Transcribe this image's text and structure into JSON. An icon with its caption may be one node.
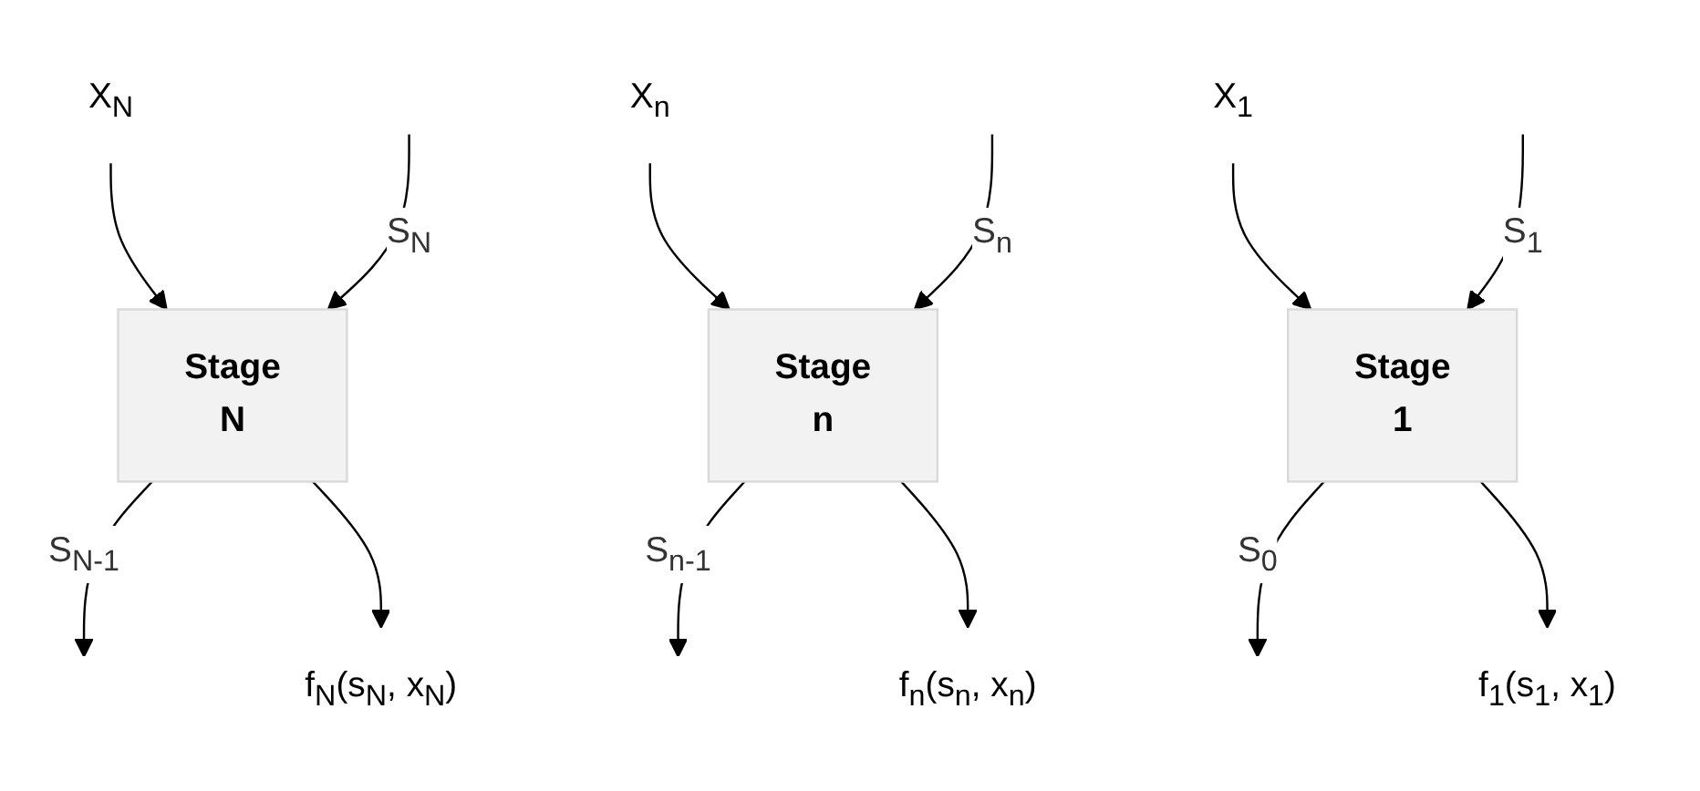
{
  "diagram": {
    "nodes": [
      {
        "text": [
          "X$_{N}$"
        ]
      },
      {
        "text": [
          "Stage",
          "N"
        ]
      },
      {
        "text": [
          "f$_{N}$(s$_{N}$, x$_{N}$)"
        ]
      },
      {
        "text": [
          "X$_{n}$"
        ]
      },
      {
        "text": [
          "Stage",
          "n"
        ]
      },
      {
        "text": [
          "f$_{n}$(s$_{n}$, x$_{n}$)"
        ]
      },
      {
        "text": [
          "X$_{1}$"
        ]
      },
      {
        "text": [
          "Stage",
          "1"
        ]
      },
      {
        "text": [
          "f$_{1}$(s$_{1}$, x$_{1}$)"
        ]
      }
    ],
    "edges": [
      {
        "from": 0,
        "to": 1,
        "arrow": "to"
      },
      {
        "from": null,
        "to": 1,
        "arrow": "to",
        "label": "S$_{N}$"
      },
      {
        "from": 1,
        "to": null,
        "arrow": "to",
        "label": "S$_{N-1}$"
      },
      {
        "from": 1,
        "to": 2,
        "arrow": "to"
      },
      {
        "from": 3,
        "to": 4,
        "arrow": "to"
      },
      {
        "from": null,
        "to": 4,
        "arrow": "to",
        "label": "S$_{n}$"
      },
      {
        "from": 4,
        "to": null,
        "arrow": "to",
        "label": "S$_{n-1}$"
      },
      {
        "from": 4,
        "to": 5,
        "arrow": "to"
      },
      {
        "from": 6,
        "to": 7,
        "arrow": "to"
      },
      {
        "from": null,
        "to": 7,
        "arrow": "to",
        "label": "S$_{1}$"
      },
      {
        "from": 7,
        "to": null,
        "arrow": "to",
        "label": "S$_{0}$"
      },
      {
        "from": 7,
        "to": 8,
        "arrow": "to"
      }
    ]
  }
}
